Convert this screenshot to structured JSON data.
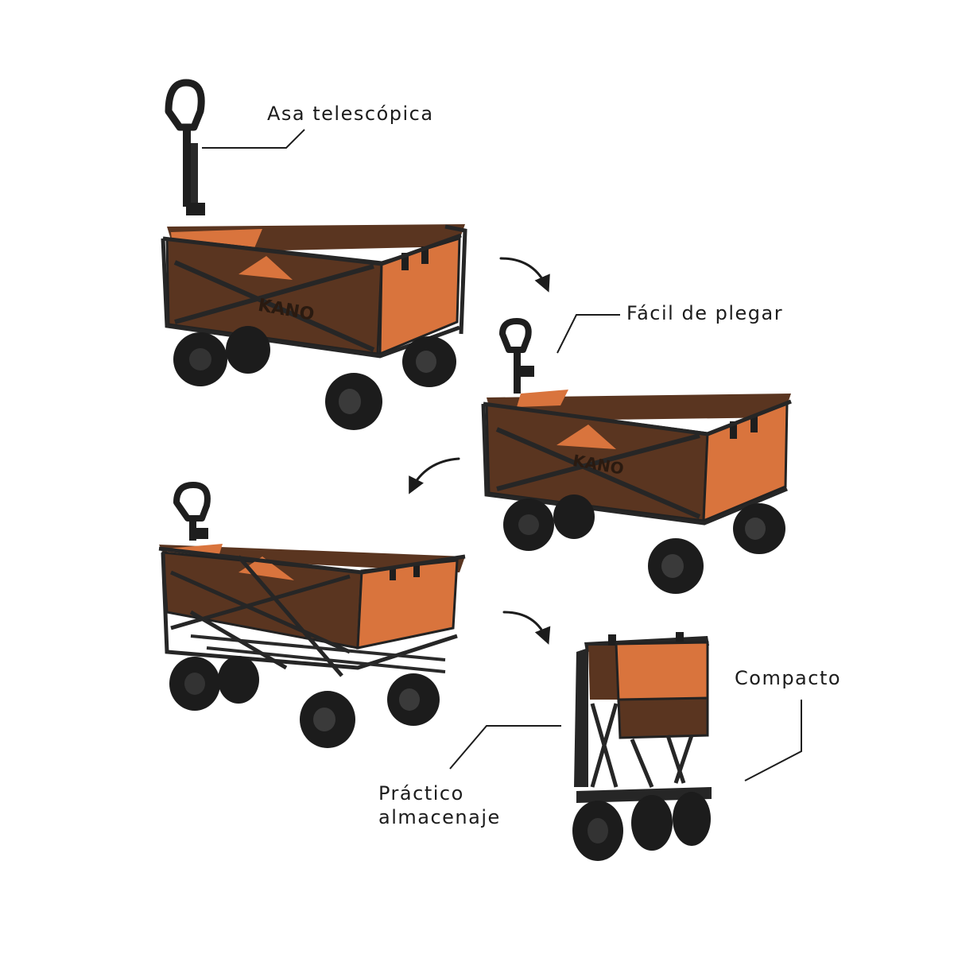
{
  "labels": {
    "telescopic_handle": "Asa telescópica",
    "easy_fold": "Fácil de plegar",
    "compact": "Compacto",
    "storage_line1": "Práctico",
    "storage_line2": "almacenaje"
  },
  "brand_logo": "KANO",
  "colors": {
    "background": "#ffffff",
    "fabric_brown": "#5a3520",
    "fabric_orange": "#d9743d",
    "frame": "#2a2a2a",
    "wheel": "#1c1c1c",
    "text": "#1c1c1c"
  },
  "icons": [
    "curved-arrow-icon"
  ]
}
